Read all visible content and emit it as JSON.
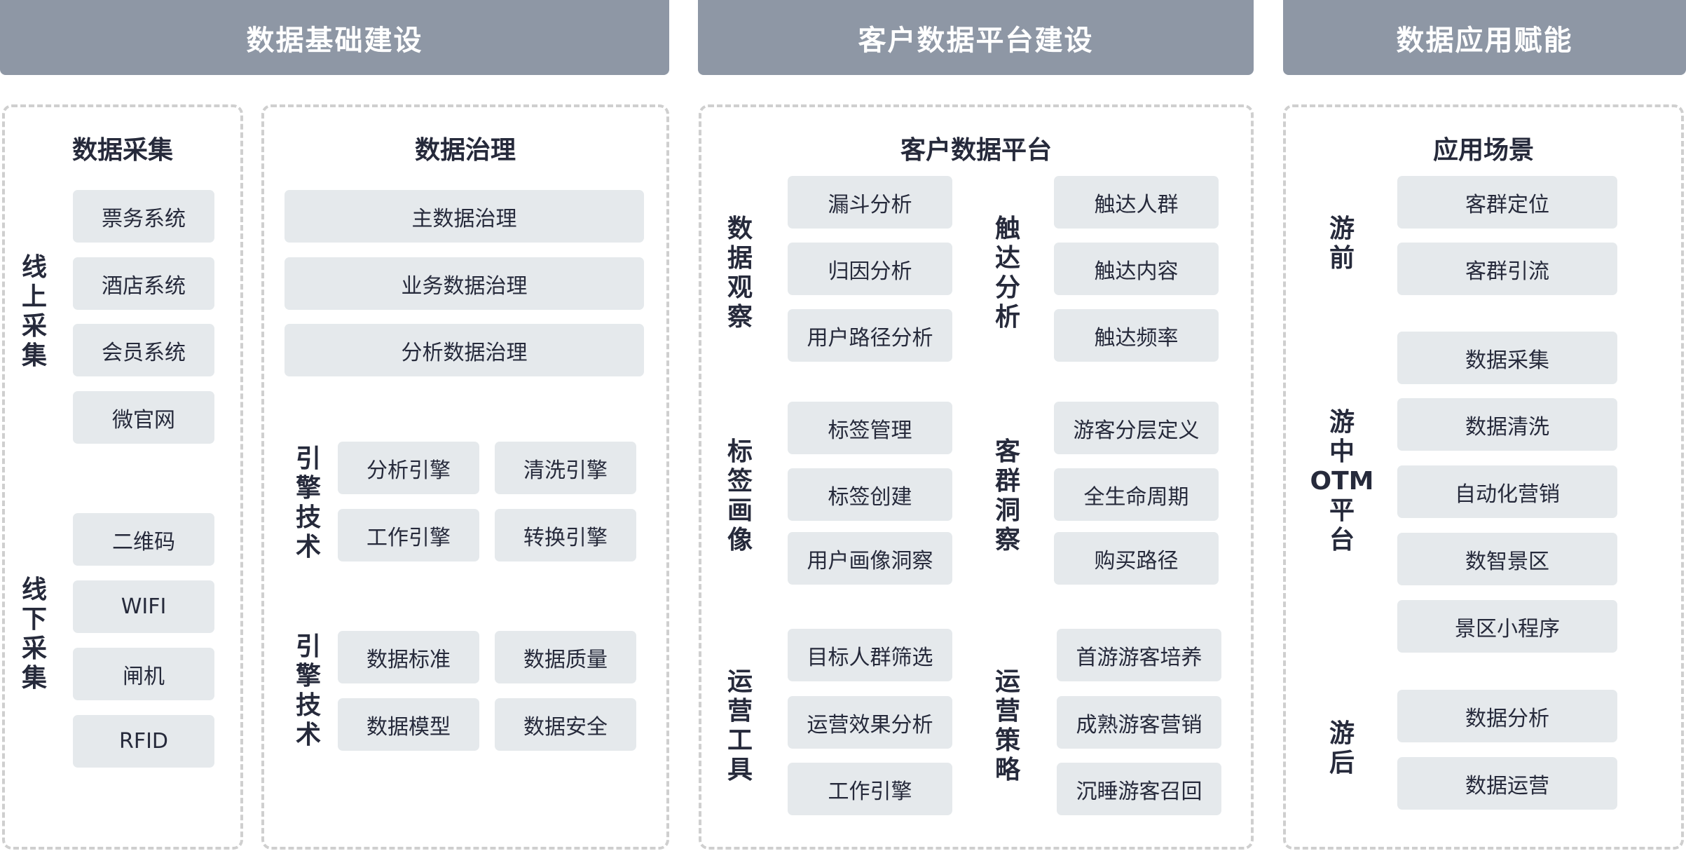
{
  "headers": {
    "foundation": "数据基础建设",
    "cdp": "客户数据平台建设",
    "application": "数据应用赋能"
  },
  "collection": {
    "title": "数据采集",
    "online": {
      "label": "线上采集",
      "items": [
        "票务系统",
        "酒店系统",
        "会员系统",
        "微官网"
      ]
    },
    "offline": {
      "label": "线下采集",
      "items": [
        "二维码",
        "WIFI",
        "闸机",
        "RFID"
      ]
    }
  },
  "governance": {
    "title": "数据治理",
    "items": [
      "主数据治理",
      "业务数据治理",
      "分析数据治理"
    ],
    "engine_group_1": {
      "label": "引擎技术",
      "items": [
        "分析引擎",
        "清洗引擎",
        "工作引擎",
        "转换引擎"
      ]
    },
    "engine_group_2": {
      "label": "引擎技术",
      "items": [
        "数据标准",
        "数据质量",
        "数据模型",
        "数据安全"
      ]
    }
  },
  "cdp_panel": {
    "title": "客户数据平台",
    "groups": [
      {
        "label": "数据观察",
        "items": [
          "漏斗分析",
          "归因分析",
          "用户路径分析"
        ]
      },
      {
        "label": "触达分析",
        "items": [
          "触达人群",
          "触达内容",
          "触达频率"
        ]
      },
      {
        "label": "标签画像",
        "items": [
          "标签管理",
          "标签创建",
          "用户画像洞察"
        ]
      },
      {
        "label": "客群洞察",
        "items": [
          "游客分层定义",
          "全生命周期",
          "购买路径"
        ]
      },
      {
        "label": "运营工具",
        "items": [
          "目标人群筛选",
          "运营效果分析",
          "工作引擎"
        ]
      },
      {
        "label": "运营策略",
        "items": [
          "首游游客培养",
          "成熟游客营销",
          "沉睡游客召回"
        ]
      }
    ]
  },
  "scenarios": {
    "title": "应用场景",
    "groups": [
      {
        "label": [
          "游",
          "前"
        ],
        "items": [
          "客群定位",
          "客群引流"
        ]
      },
      {
        "label": [
          "游",
          "中",
          "OTM",
          "平",
          "台"
        ],
        "items": [
          "数据采集",
          "数据清洗",
          "自动化营销",
          "数智景区",
          "景区小程序"
        ]
      },
      {
        "label": [
          "游",
          "后"
        ],
        "items": [
          "数据分析",
          "数据运营"
        ]
      }
    ]
  },
  "colors": {
    "header_bg": "#8e97a5",
    "box_bg": "#e5e9ec",
    "text": "#262a3b",
    "dashed_border": "#cfcfcf"
  }
}
